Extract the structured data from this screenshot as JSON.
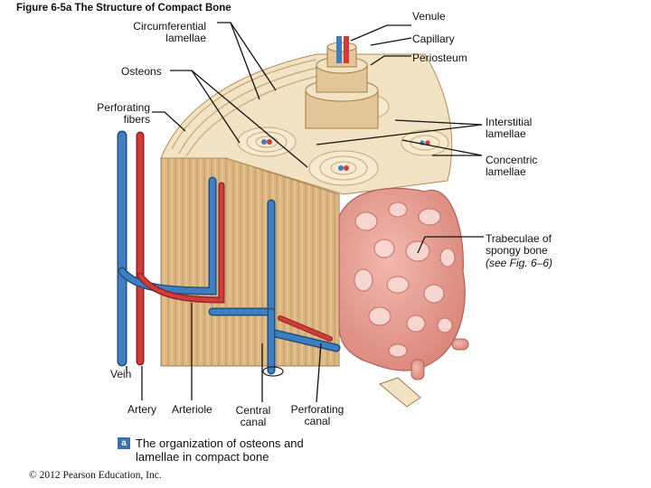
{
  "figure_title": "Figure 6-5a  The Structure of Compact Bone",
  "labels": {
    "circumferential_lamellae": "Circumferential\nlamellae",
    "osteons": "Osteons",
    "perforating_fibers": "Perforating\nfibers",
    "venule": "Venule",
    "capillary": "Capillary",
    "periosteum": "Periosteum",
    "interstitial_lamellae": "Interstitial\nlamellae",
    "concentric_lamellae": "Concentric\nlamellae",
    "trabeculae": "Trabeculae of\nspongy bone",
    "trabeculae_ref": "(see Fig. 6–6)",
    "vein": "Vein",
    "artery": "Artery",
    "arteriole": "Arteriole",
    "central_canal": "Central\ncanal",
    "perforating_canal": "Perforating\ncanal"
  },
  "caption": {
    "badge": "a",
    "text": "The organization of osteons and\nlamellae in compact bone"
  },
  "copyright": "© 2012 Pearson Education, Inc.",
  "colors": {
    "bone": "#f1e3c3",
    "bone_side": "#dcb784",
    "bone_stripes": "#c79c62",
    "spongy": "#e6a49a",
    "spongy_dark": "#c56f66",
    "vein": "#3f7fc0",
    "artery": "#d23b3b",
    "badge": "#3a6fb0"
  }
}
